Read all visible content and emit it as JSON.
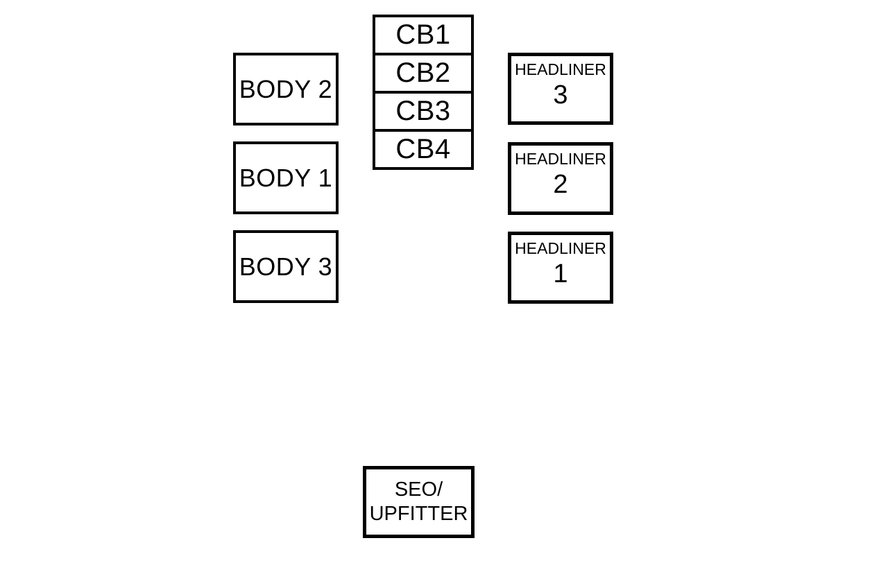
{
  "diagram": {
    "kind": "fuse-block-diagram",
    "colors": {
      "background": "#ffffff",
      "line": "#000000",
      "text": "#000000"
    },
    "body_boxes": [
      {
        "label": "BODY 2"
      },
      {
        "label": "BODY 1"
      },
      {
        "label": "BODY 3"
      }
    ],
    "cb_cells": [
      {
        "label": "CB1"
      },
      {
        "label": "CB2"
      },
      {
        "label": "CB3"
      },
      {
        "label": "CB4"
      }
    ],
    "headliner_boxes": [
      {
        "line1": "HEADLINER",
        "line2": "3"
      },
      {
        "line1": "HEADLINER",
        "line2": "2"
      },
      {
        "line1": "HEADLINER",
        "line2": "1"
      }
    ],
    "seo_box": {
      "line1": "SEO/",
      "line2": "UPFITTER"
    }
  }
}
